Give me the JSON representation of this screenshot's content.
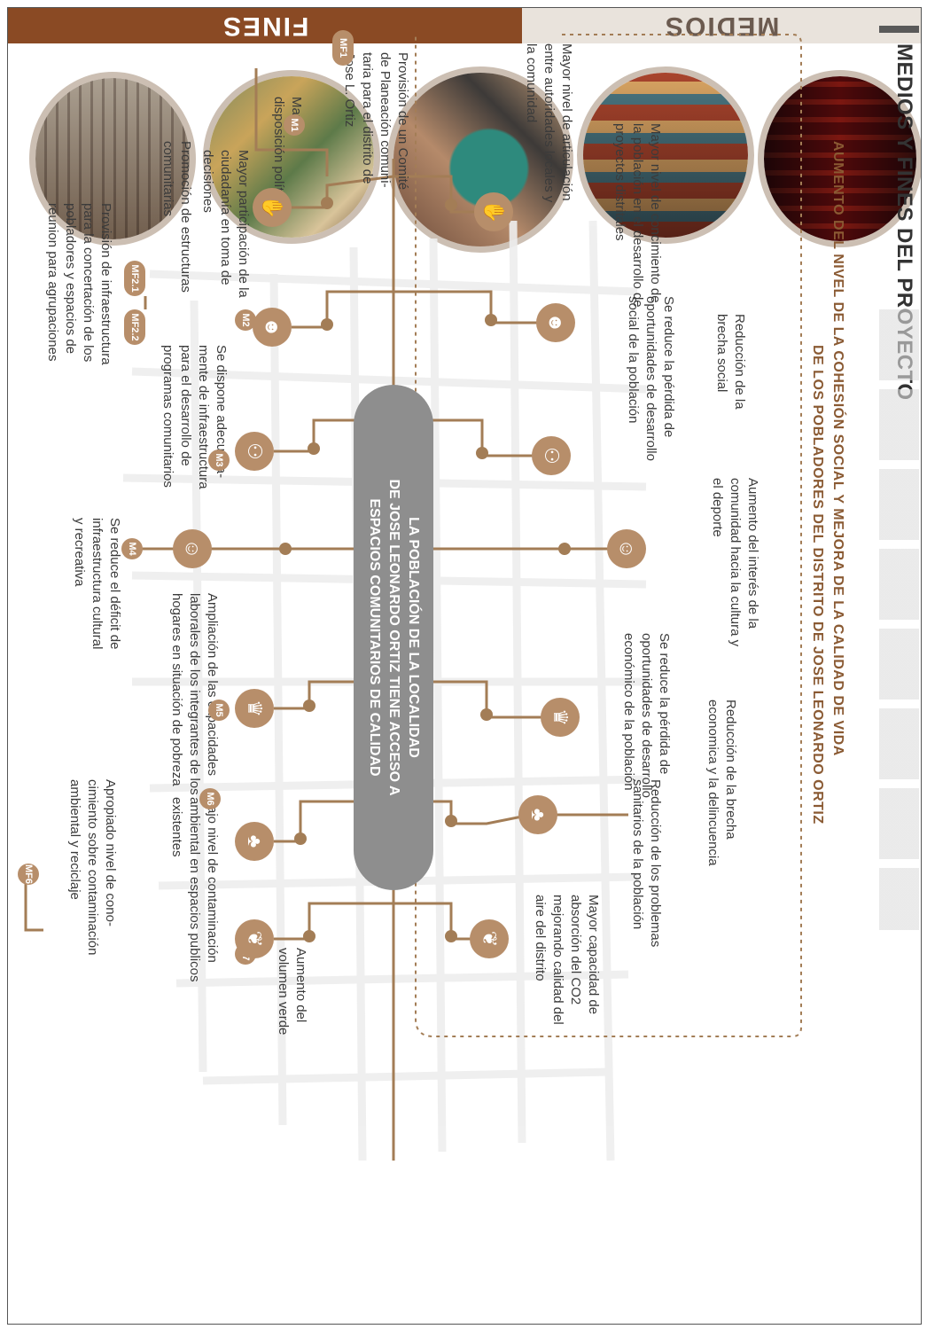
{
  "headers": {
    "fines": "FINES",
    "medios": "MEDIOS"
  },
  "title": "MEDIOS Y FINES DEL PROYECTO",
  "main_goal": {
    "line1": "AUMENTO DEL NIVEL DE LA COHESIÓN SOCIAL Y MEJORA DE LA CALIDAD DE VIDA",
    "line2": "DE LOS POBLADORES DEL DISTRITO DE JOSE LEONARDO ORTIZ"
  },
  "central": {
    "line1": "LA POBLACIÓN DE LA LOCALIDAD",
    "line2": "DE JOSE LEONARDO ORTIZ TIENE ACCESO A",
    "line3": "ESPACIOS COMUNITARIOS DE CALIDAD"
  },
  "ends": {
    "f1": "Mayor nivel de articulación\nentre autoridades locales y\nla comunidad",
    "f2": "Mayor nivel de concimiento de\nla población en el desarrollo de\nproyectos distritales",
    "f3a": "Reducción    de    la\nbrecha social",
    "f3": "Se reduce la pérdida de\noportunidades de desarrollo\nsocial de la población",
    "f4": "Aumento del interés de la\ncomunidad hacia la cultura y\nel deporte",
    "f5a": "Reducción de la brecha\neconomica y la delincuencia",
    "f5": "Se reduce la pérdida de\noportunidades de desarrollo\neconómico de la población",
    "f6": "Reducción de los problemas\nsanitarios de la población",
    "f7": "Mayor capacidad de\nabsorción del CO2\nmejorando calidad del\naire del distrito"
  },
  "means": {
    "m1": {
      "num": "M1",
      "text": "Mayor\ndisposición política"
    },
    "mf1": {
      "num": "MF1",
      "text": "Provisión de un Comité\nde Planeación comuni-\ntaria para el distrito de\nJose L. Ortiz"
    },
    "m2": {
      "num": "M2",
      "text": "Mayor participación de la\nciudadanía en toma de\ndecisiones"
    },
    "mf21": {
      "num": "MF2.1",
      "text": "Promoción de estructuras\ncomunitarias"
    },
    "mf22": {
      "num": "MF2.2",
      "text": "Provisión de infraestructura\npara la concertación de los\npobladores y espacios de\nreunion para agrupaciones"
    },
    "m3": {
      "num": "M3",
      "text": "Se dispone adecuada-\nmente de infraestructura\npara el desarrollo de\nprogramas comunitarios"
    },
    "m4": {
      "num": "M4",
      "text": "Se reduce el déficit de\ninfraestructura cultural\ny recreativa"
    },
    "m5": {
      "num": "M5",
      "text": "Ampliación de las capacidades\nlaborales de los integrantes de los\nhogares en situación de pobreza"
    },
    "m6": {
      "num": "M6",
      "text": "Bajo nivel de contaminación\nambiental en espacios publicos\nexistentes"
    },
    "mf6": {
      "num": "MF6",
      "text": "Apropiado nivel de cono-\ncimiento sobre contaminación\nambiental y reciclaje"
    },
    "m7": {
      "num": "M7",
      "text": "Aumento del\nvolumen verde"
    }
  },
  "icons": [
    "hands-icon",
    "crowd-icon",
    "people-icon",
    "masks-icon",
    "hat-icon",
    "tree-icon",
    "leaf-icon"
  ],
  "colors": {
    "fines_header": "#8a4a24",
    "medios_header": "#e9e3dc",
    "accent": "#b78e6a",
    "central": "#8e8e8e",
    "line": "#a37d56"
  }
}
